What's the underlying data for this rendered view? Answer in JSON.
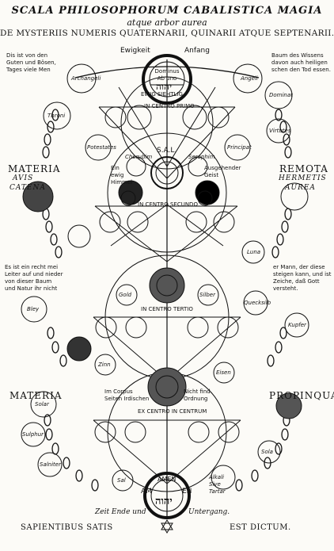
{
  "title": {
    "line1": "SCALA PHILOSOPHORUM CABALISTICA MAGIA",
    "line2": "atque arbor aurea",
    "line3": "DE MYSTERIIS NUMERIS QUATERNARII, QUINARII ATQUE SEPTENARII."
  },
  "top_labels": {
    "left": "Ewigkeit",
    "right": "Anfang"
  },
  "corner_text": {
    "top_left": [
      "Dis ist von den",
      "Guten und Bösen,",
      "Tages viele Men"
    ],
    "top_right": [
      "Baum des Wissens",
      "davon auch heiligen",
      "schen den Tod essen."
    ],
    "mid_left": [
      "Es ist ein recht mei",
      "Leiter auf und nieder",
      "von dieser Baum",
      "und Natur ihr nicht"
    ],
    "mid_right": [
      "er Mann, der diese",
      "steigen kann, und ist",
      "Zeiche, daß Gott",
      "versteht."
    ]
  },
  "side_labels": {
    "materia1": "MATERIA",
    "avis": "AVIS",
    "catena": "CATENA",
    "remota": "REMOTA",
    "hermetis": "HERMETIS",
    "aurea": "AUREA",
    "materia2": "MATERIA",
    "propinqua": "PROPINQUA"
  },
  "node_labels": {
    "archangeli": "Archangeli",
    "angeli": "Angeli",
    "throni": "Throni",
    "dominat": "Dominat",
    "virtutes": "Virtutes",
    "potestates": "Potestates",
    "principat": "Principat",
    "cherubim": "Cherubim",
    "seraphim": "Seraphim",
    "luna": "Luna",
    "gold": "Gold",
    "silber": "Silber",
    "quecksilb": "Quecksilb",
    "bley": "Bley",
    "kupfer": "Kupfer",
    "zinn": "Zinn",
    "eisen": "Eisen",
    "solar": "Solar",
    "sal": "Sal",
    "sulphur": "Sulphur",
    "salniter": "Salniter",
    "alkali": "Alkali Sive Tartar",
    "sola": "Sola"
  },
  "center_text": {
    "top_medallion": "Dominus Ab uno",
    "hebrew_top": "יהוה",
    "ewig_band": "EWIG SIEHTLIG",
    "in_centro_primo": "IN CENTRO PRIMO",
    "sal": "S.A.L.",
    "ein_ewig": "Ein ewig Himmel",
    "ausgehender": "Ausgehender Geist",
    "in_centro_secundo": "IN CENTRO SECUNDO",
    "in_centro_tertio": "IN CENTRO TERTIO",
    "in_corpus": "Im Corpus Seiten Irdischen",
    "nicht_find": "Nicht find. Ordnung",
    "ex_centro": "EX CENTRO IN CENTRUM",
    "am": "AM",
    "en": "EN",
    "amen": "AMEN",
    "hebrew_bottom": "יהוה",
    "zeit_ende": "Zeit Ende und",
    "untergang": "Untergang."
  },
  "footer": {
    "left": "SAPIENTIBUS SATIS",
    "right": "EST DICTUM."
  }
}
